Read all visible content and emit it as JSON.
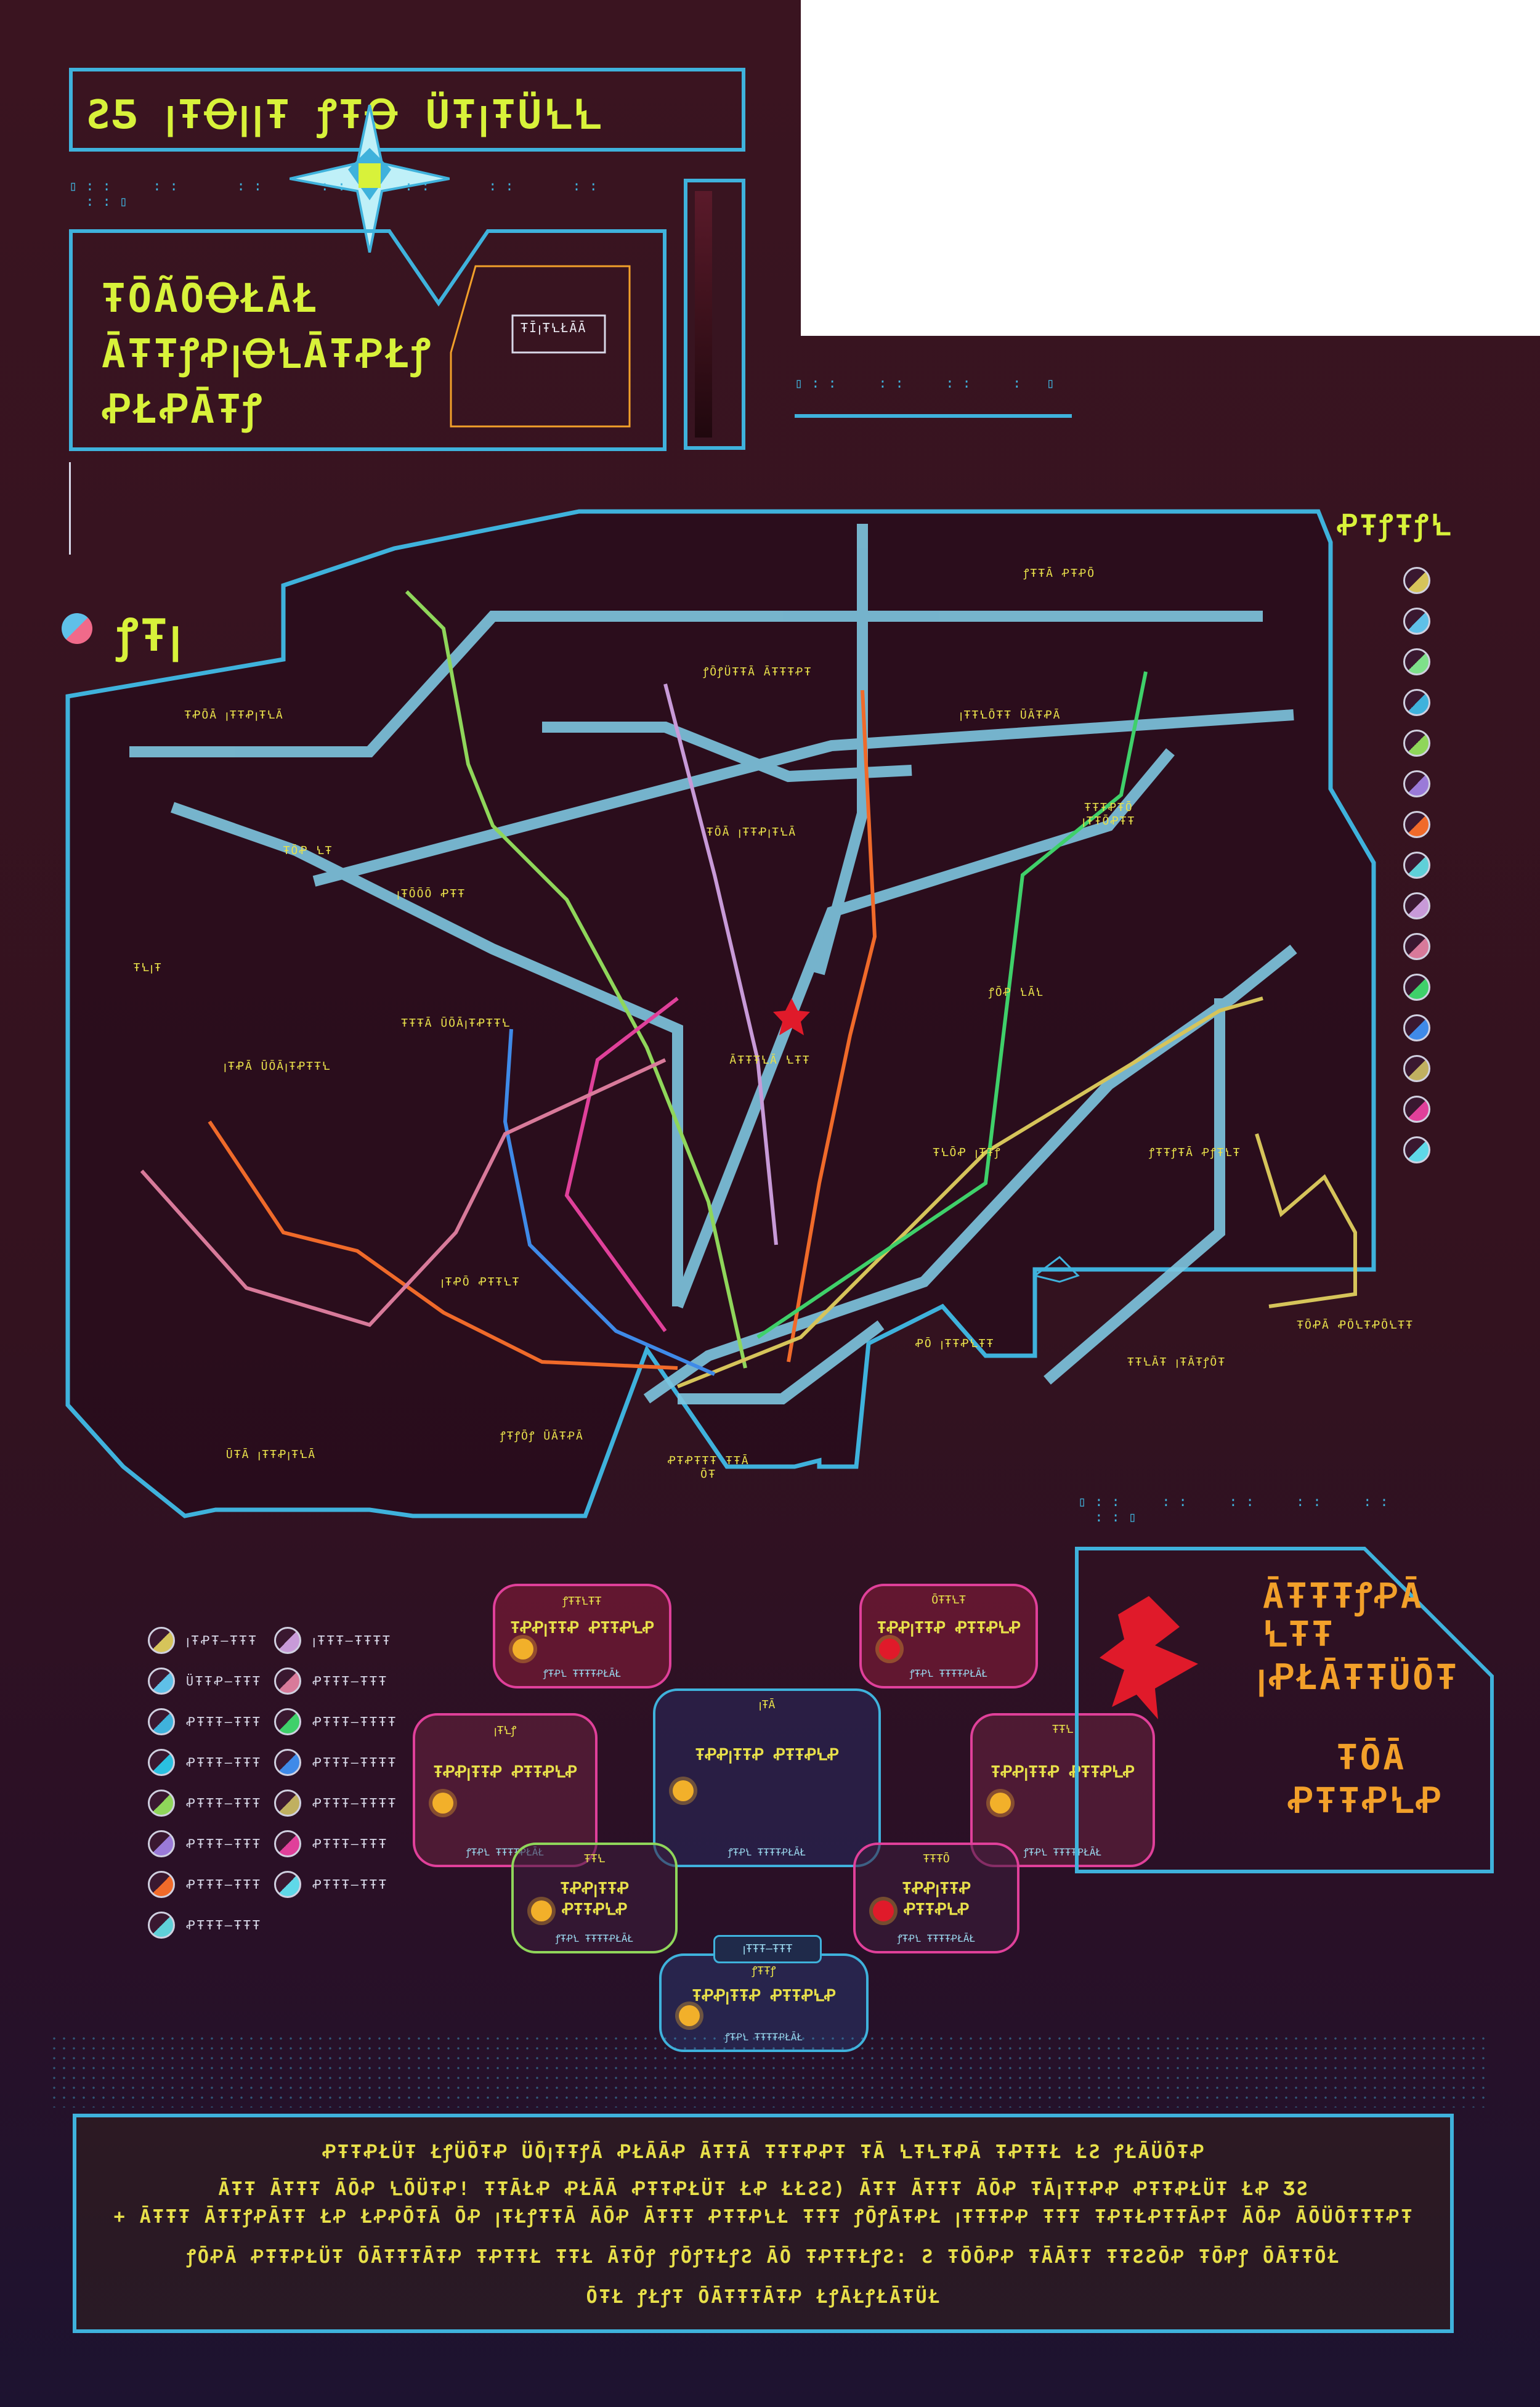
{
  "header": {
    "title": "ƧƼ ꞁŦꝊꞁꞁŦ ꝭŦꝊ ÜŦꞁŦÜꝆꝆ",
    "subtitle_lines": [
      "ŦŌÃŌꝊŁĀŁ",
      "ĀŦŦꝭꝒꞁꝊꝆĀŦꝒŁꝭ",
      "ꝒŁꝒĀŦꝭ"
    ],
    "badge_text": "ŦĪꞁŦꝆŁĀĀ"
  },
  "map": {
    "heading": "ꝭŦꞁ",
    "district_labels": [
      "ŦꝒŌĀ ꞁŦŦꝒꞁŦꝆĀ",
      "ŦŌꝒ ꝆŦ",
      "ŦꝆꞁŦ",
      "ꞁŦꝒĀ ŪŌĀꞁŦꝒŦŦꝆ",
      "ꝭŌꝭÜŦŦĀ ĀŦŦŦꝒŦ",
      "ꝭŦŦĀ ꝒŦꝒŌ",
      "ꞁŦŦꝆŌŦŦ ŪĀŦꝒĀ",
      "ŦŌĀ ꞁŦŦꝒꞁŦꝆĀ",
      "ꞁŦŌŌŌ ꝒŦŦ",
      "ĀŦŦŦꝆĀ ꝆŦŦ",
      "ŦŌꝒĀ ꝒŌꝆŦꝒŌꝆŦŦ",
      "ꝭŌꝒ ꝆĀꝆ",
      "ŦŦŦꝒŦŌ ꞁŦŦŌꝒŦŦ",
      "ŦꝆŌꝒ ꞁŦŦꝭ",
      "ꝭŦŦꝭŦĀ ꝒꝭŦꝆŦ",
      "ꞁŦꝒŌ ꝒŦŦꝆŦ",
      "ŦŦꝆĀŦ ꞁŦĀŦꝭŌŦ",
      "ŪŦĀ ꞁŦŦꝒꞁŦꝆĀ",
      "ꝭŦꝭŌꝭ ŪĀŦꝒĀ",
      "ꝒŦꝒŦŦŦ ŦŦĀ ŌŦ",
      "ꝒŌ ꞁŦŦꝒꝆŦŦ",
      "ŦŦŦĀ ŪŌĀꞁŦꝒŦŦꝆ"
    ]
  },
  "legend_right": {
    "title": "ꝒŦꝭŦꝭꝆ",
    "colors": [
      "#d6c45a",
      "#5fc0e8",
      "#7ee08a",
      "#3fb2dc",
      "#8fd65a",
      "#9a7ad8",
      "#f06a2a",
      "#5fd0d8",
      "#c89ad8",
      "#d87a9a",
      "#3fd06a",
      "#3f8ae8",
      "#c0b060",
      "#e0409a",
      "#5fd8e8"
    ]
  },
  "legend_bottom": {
    "items": [
      {
        "label": "ꞁŦꝒŦ—ŦŦŦ",
        "color": "#d6c45a"
      },
      {
        "label": "ÜŦŦꝒ—ŦŦŦ",
        "color": "#5fc0e8"
      },
      {
        "label": "ꝒŦŦŦ—ŦŦŦ",
        "color": "#3fb2dc"
      },
      {
        "label": "ꝒŦŦŦ—ŦŦŦ",
        "color": "#2ac0e0"
      },
      {
        "label": "ꝒŦŦŦ—ŦŦŦ",
        "color": "#8fd65a"
      },
      {
        "label": "ꝒŦŦŦ—ŦŦŦ",
        "color": "#9a7ad8"
      },
      {
        "label": "ꝒŦŦŦ—ŦŦŦ",
        "color": "#f06a2a"
      },
      {
        "label": "ꝒŦŦŦ—ŦŦŦ",
        "color": "#5fd0d8"
      },
      {
        "label": "ꞁŦŦŦ—ŦŦŦŦ",
        "color": "#c89ad8"
      },
      {
        "label": "ꝒŦŦŦ—ŦŦŦ",
        "color": "#d87a9a"
      },
      {
        "label": "ꝒŦŦŦ—ŦŦŦŦ",
        "color": "#3fd06a"
      },
      {
        "label": "ꝒŦŦŦ—ŦŦŦŦ",
        "color": "#3f8ae8"
      },
      {
        "label": "ꝒŦŦŦ—ŦŦŦŦ",
        "color": "#c0b060"
      },
      {
        "label": "ꝒŦŦŦ—ŦŦŦ",
        "color": "#e0409a"
      },
      {
        "label": "ꝒŦŦŦ—ŦŦŦ",
        "color": "#5fd8e8"
      }
    ]
  },
  "transfer_hubs": [
    {
      "head": "ꝭŦŦꝆŦŦ",
      "name": "ŦꝒꝒꞁŦŦꝒ ꝒŦŦꝒꝆꝒ",
      "foot": "ꝭŦꝒꝆ ŦŦŦŦꝒŁĀŁ"
    },
    {
      "head": "ŌŦŦꝆŦ",
      "name": "ŦꝒꝒꞁŦŦꝒ ꝒŦŦꝒꝆꝒ",
      "foot": "ꝭŦꝒꝆ ŦŦŦŦꝒŁĀŁ"
    },
    {
      "head": "ꞁŦꝆꝭ",
      "name": "ŦꝒꝒꞁŦŦꝒ ꝒŦŦꝒꝆꝒ",
      "foot": "ꝭŦꝒꝆ ŦŦŦŦꝒŁĀŁ"
    },
    {
      "head": "ꞁŦĀ",
      "name": "ŦꝒꝒꞁŦŦꝒ ꝒŦŦꝒꝆꝒ",
      "foot": "ꝭŦꝒꝆ ŦŦŦŦꝒŁĀŁ"
    },
    {
      "head": "ŦŦꝆ",
      "name": "ŦꝒꝒꞁŦŦꝒ ꝒŦŦꝒꝆꝒ",
      "foot": "ꝭŦꝒꝆ ŦŦŦŦꝒŁĀŁ"
    },
    {
      "head": "ŦŦꝆ",
      "name": "ŦꝒꝒꞁŦŦꝒ ꝒŦŦꝒꝆꝒ",
      "foot": "ꝭŦꝒꝆ ŦŦŦŦꝒŁĀŁ"
    },
    {
      "head": "ŦŦŦŌ",
      "name": "ŦꝒꝒꞁŦŦꝒ ꝒŦŦꝒꝆꝒ",
      "foot": "ꝭŦꝒꝆ ŦŦŦŦꝒŁĀŁ"
    },
    {
      "head": "ꝭŦŦꝭ",
      "name": "ŦꝒꝒꞁŦŦꝒ ꝒŦŦꝒꝆꝒ",
      "foot": "ꝭŦꝒꝆ ŦŦŦŦꝒŁĀŁ"
    }
  ],
  "hub_badge": "ꞁŦŦŦ—ŦŦŦ",
  "side_panel": {
    "line1": "ĀŦŦŦꝭꝒĀ",
    "line2": "ꝆŦŦ",
    "line3": "ꞁꝒŁĀŦŦÜŌŦ",
    "line4": "ŦŌĀ",
    "line5": "ꝒŦŦꝒꝆꝒ"
  },
  "bottom_text": [
    "ꝒŦŦꝒŁÜŦ ŁꝭÜŌŦꝒ ÜŌꞁŦŦꝭĀ ꝒŁĀĀꝒ ĀŦŦĀ ŦŦŦꝒꝒŦ ŦĀ ꝆŦꝆŦꝒĀ ŦꝒŦŦŁ ŁƧ ꝭŁĀÜŌŦꝒ",
    "ĀŦŦ ĀŦŦŦ ĀŌꝒ ꝆŌÜŦꝒ! ŦŦĀŁꝒ ꝒŁĀĀ ꝒŦŦꝒŁÜŦ ŁꝒ ŁŁƧƧ) ĀŦŦ ĀŦŦŦ ĀŌꝒ ŦĀꞁŦŦꝒꝒ ꝒŦŦꝒŁÜŦ ŁꝒ ƷƧ",
    "+ ĀŦŦŦ ĀŦŦꝭꝒĀŦŦ ŁꝒ ŁꝒꝒŌŦĀ ŌꝒ ꞁŦŁꝭŦŦĀ ĀŌꝒ ĀŦŦŦ ꝒŦŦꝒꝆŁ ŦŦŦ ꝭŌꝭĀŦꝒŁ ꞁŦŦŦꝒꝒ ŦŦŦ ŦꝒŦŁꝒŦŦĀꝒŦ ĀŌꝒ ĀŌÜŌŦŦŦꝒŦ",
    "ꝭŌꝒĀ ꝒŦŦꝒŁÜŦ ŌĀŦŦŦĀŦꝒ ŦꝒŦŦŁ ŦŦŁ ĀŦŌꝭ ꝭŌꝭŦŁꝭƧ ĀŌ ŦꝒŦŦŁꝭƧ: Ƨ ŦŌŌꝒꝒ ŦĀĀŦŦ ŦŦƧƧŌꝒ ŦŌꝒꝭ ŌĀŦŦŌŁ",
    "ŌŦŁ ꝭŁꝭŦ ŌĀŦŦŦĀŦꝒ ŁꝭĀŁꝭŁĀŦÜŁ"
  ]
}
